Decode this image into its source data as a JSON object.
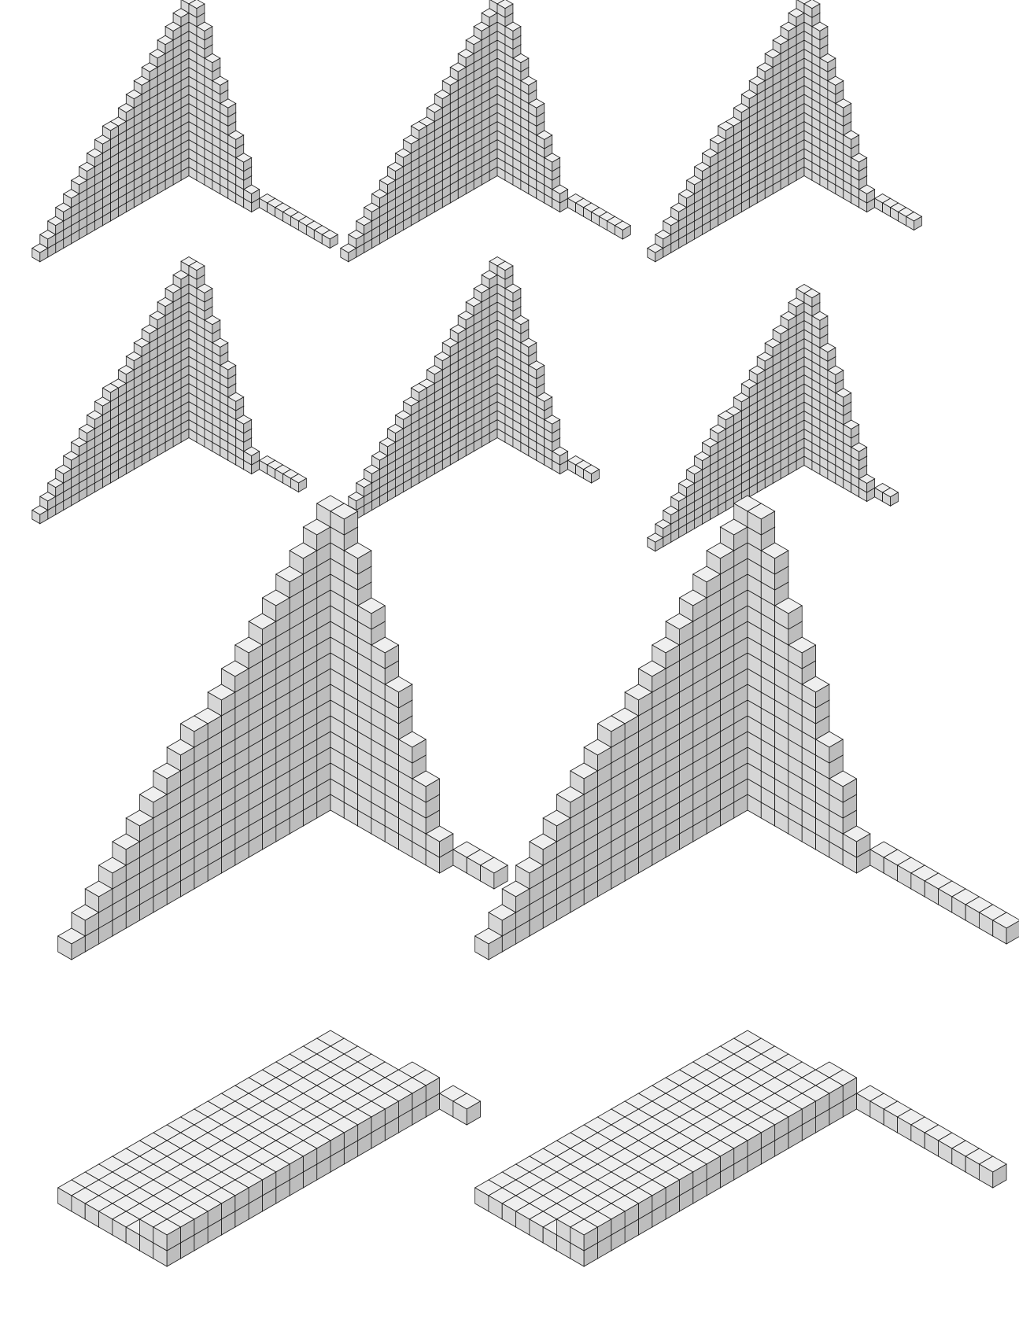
{
  "colors": {
    "background": "#ffffff",
    "cube_top": "#efefef",
    "cube_left": "#d6d6d6",
    "cube_right": "#bdbdbd",
    "outline": "#1e1e1e"
  },
  "figures": [
    {
      "name": "small-staircase-1",
      "arm_tail": 9
    },
    {
      "name": "small-staircase-2",
      "arm_tail": 7
    },
    {
      "name": "small-staircase-3",
      "arm_tail": 5
    },
    {
      "name": "small-staircase-4",
      "arm_tail": 5
    },
    {
      "name": "small-staircase-5",
      "arm_tail": 3
    },
    {
      "name": "small-staircase-6",
      "arm_tail": 2
    },
    {
      "name": "large-staircase-left",
      "arm_tail": 3
    },
    {
      "name": "large-staircase-right",
      "arm_tail": 10
    },
    {
      "name": "flat-slab-left",
      "arm_tail": 2
    },
    {
      "name": "flat-slab-right",
      "arm_tail": 10
    }
  ]
}
